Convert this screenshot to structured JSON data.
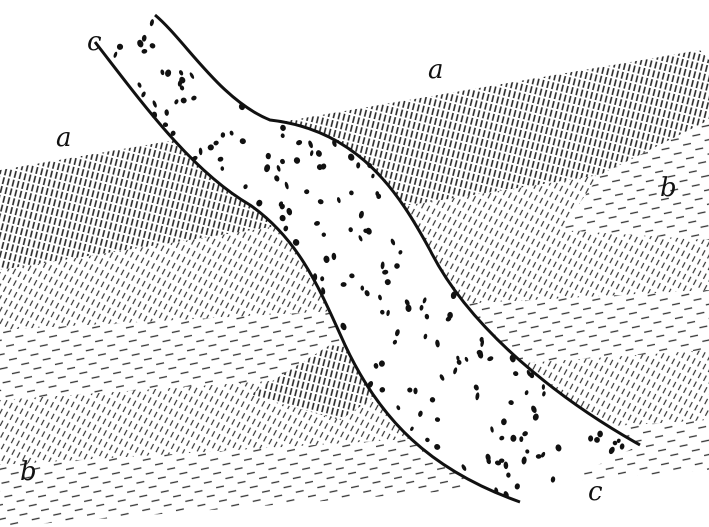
{
  "figure": {
    "labels": {
      "top_right": "a",
      "top_left": "a",
      "right": "b",
      "bottom_left": "b",
      "dike_top": "c",
      "dike_bottom": "c"
    }
  },
  "colors": {
    "paper": "#ffffff",
    "ink": "#111111"
  }
}
